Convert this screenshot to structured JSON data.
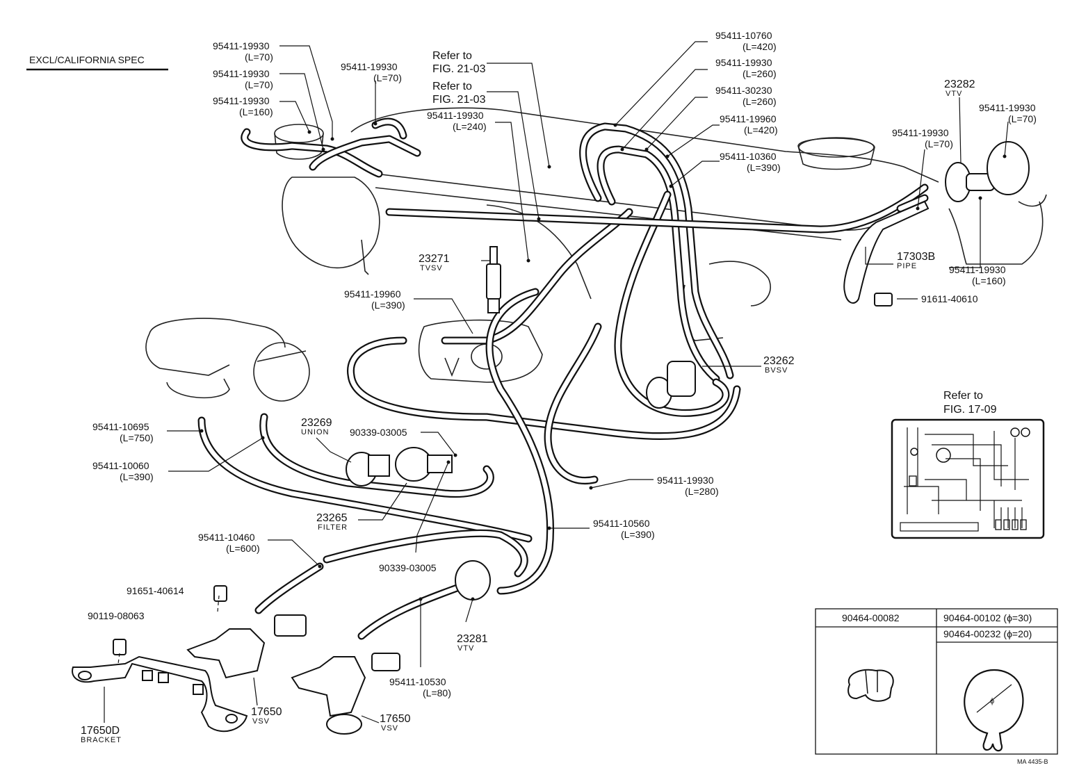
{
  "header": {
    "spec": "EXCL/CALIFORNIA SPEC"
  },
  "hoses": {
    "h1": {
      "part": "95411-19930",
      "len": "(L=70)"
    },
    "h2": {
      "part": "95411-19930",
      "len": "(L=70)"
    },
    "h3": {
      "part": "95411-19930",
      "len": "(L=160)"
    },
    "h4": {
      "part": "95411-19930",
      "len": "(L=70)"
    },
    "h5": {
      "part": "95411-19930",
      "len": "(L=240)"
    },
    "h6": {
      "part": "95411-19960",
      "len": "(L=390)"
    },
    "h7": {
      "part": "95411-10760",
      "len": "(L=420)"
    },
    "h8": {
      "part": "95411-19930",
      "len": "(L=260)"
    },
    "h9": {
      "part": "95411-30230",
      "len": "(L=260)"
    },
    "h10": {
      "part": "95411-19960",
      "len": "(L=420)"
    },
    "h11": {
      "part": "95411-10360",
      "len": "(L=390)"
    },
    "h12": {
      "part": "95411-19930",
      "len": "(L=70)"
    },
    "h13": {
      "part": "95411-19930",
      "len": "(L=70)"
    },
    "h14": {
      "part": "95411-19930",
      "len": "(L=160)"
    },
    "h15": {
      "part": "95411-10695",
      "len": "(L=750)"
    },
    "h16": {
      "part": "95411-10060",
      "len": "(L=390)"
    },
    "h17": {
      "part": "95411-19930",
      "len": "(L=280)"
    },
    "h18": {
      "part": "95411-10560",
      "len": "(L=390)"
    },
    "h19": {
      "part": "95411-10460",
      "len": "(L=600)"
    },
    "h20": {
      "part": "95411-10530",
      "len": "(L=80)"
    }
  },
  "refs": {
    "r1": {
      "line1": "Refer to",
      "line2": "FIG. 21-03"
    },
    "r2": {
      "line1": "Refer to",
      "line2": "FIG. 21-03"
    },
    "r3": {
      "line1": "Refer to",
      "line2": "FIG. 17-09"
    }
  },
  "parts": {
    "vtv_top": {
      "num": "23282",
      "name": "VTV"
    },
    "tvsv": {
      "num": "23271",
      "name": "TVSV"
    },
    "pipe": {
      "num": "17303B",
      "name": "PIPE"
    },
    "bolt_pipe": {
      "num": "91611-40610"
    },
    "bvsv": {
      "num": "23262",
      "name": "BVSV"
    },
    "union": {
      "num": "23269",
      "name": "UNION"
    },
    "clip_top": {
      "num": "90339-03005"
    },
    "clip_bottom": {
      "num": "90339-03005"
    },
    "filter": {
      "num": "23265",
      "name": "FILTER"
    },
    "bolt_vsv": {
      "num": "91651-40614"
    },
    "screw_bracket": {
      "num": "90119-08063"
    },
    "vtv_bottom": {
      "num": "23281",
      "name": "VTV"
    },
    "vsv_left": {
      "num": "17650",
      "name": "VSV"
    },
    "vsv_right": {
      "num": "17650",
      "name": "VSV"
    },
    "bracket": {
      "num": "17650D",
      "name": "BRACKET"
    }
  },
  "clamps": {
    "c1": "90464-00082",
    "c2": "90464-00102 (ϕ=30)",
    "c3": "90464-00232 (ϕ=20)"
  },
  "footer": {
    "code": "MA  4435-B"
  }
}
